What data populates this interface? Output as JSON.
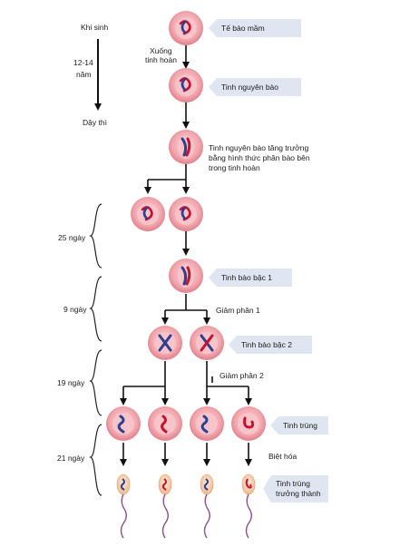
{
  "timeline": {
    "birth": "Khi sinh",
    "age_range": "12-14",
    "age_unit": "năm",
    "puberty": "Dậy thì"
  },
  "annotations": {
    "descend": "Xuống",
    "descend_place": "tinh hoàn",
    "growth_desc": "Tinh nguyên bào tăng trưởng bằng hình thức phân bào bên trong tinh hoàn",
    "meiosis1": "Giảm phân 1",
    "meiosis2": "Giảm phân 2",
    "differentiation": "Biệt hóa"
  },
  "durations": [
    "25 ngày",
    "9 ngày",
    "19 ngày",
    "21 ngày"
  ],
  "tags": {
    "germ_cell": "Tế bào mầm",
    "spermatogonium": "Tinh nguyên bào",
    "primary_spermatocyte": "Tinh bào bậc 1",
    "secondary_spermatocyte": "Tinh bào bậc 2",
    "spermatid": "Tinh trùng",
    "mature_sperm_1": "Tinh trùng",
    "mature_sperm_2": "trưởng thành"
  },
  "colors": {
    "cell_fill": "#f2a7ae",
    "cell_rim": "#e07f8a",
    "nucleus": "#f7c4c9",
    "chromosome_red": "#c8102e",
    "chromosome_blue": "#2d3f8f",
    "tag_bg": "#dfe6f1",
    "sperm_tail": "#8b4f8c"
  }
}
